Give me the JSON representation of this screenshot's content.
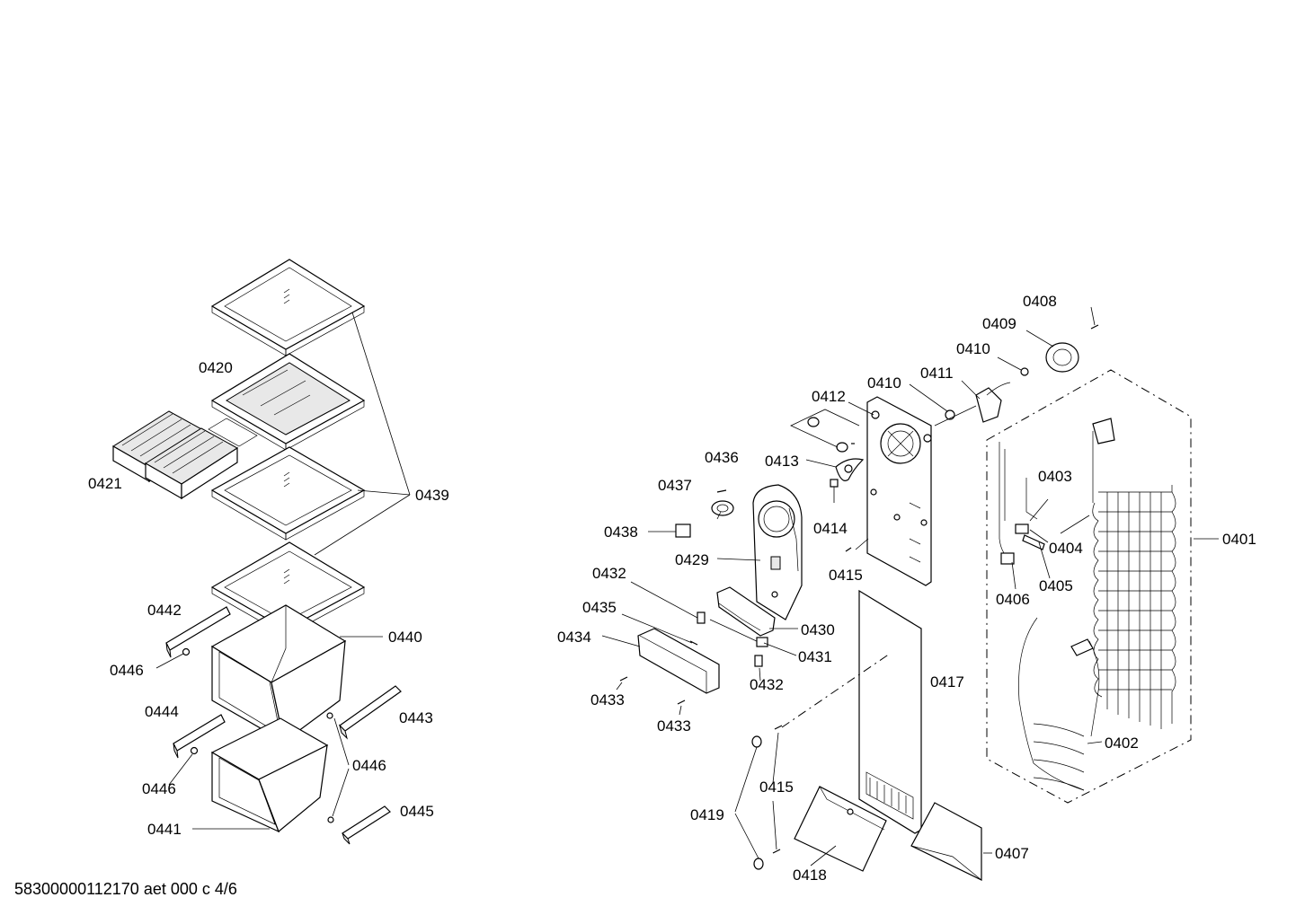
{
  "footer_code": "58300000112170 aet 000 c 4/6",
  "labels": {
    "l0420": "0420",
    "l0421": "0421",
    "l0439": "0439",
    "l0442": "0442",
    "l0440": "0440",
    "l0446a": "0446",
    "l0444": "0444",
    "l0443": "0443",
    "l0446b": "0446",
    "l0446c": "0446",
    "l0441": "0441",
    "l0445": "0445",
    "l0408": "0408",
    "l0409": "0409",
    "l0410a": "0410",
    "l0410b": "0410",
    "l0411": "0411",
    "l0412": "0412",
    "l0436": "0436",
    "l0413": "0413",
    "l0437": "0437",
    "l0414": "0414",
    "l0403": "0403",
    "l0438": "0438",
    "l0429": "0429",
    "l0415a": "0415",
    "l0404": "0404",
    "l0401": "0401",
    "l0432a": "0432",
    "l0405": "0405",
    "l0406": "0406",
    "l0435": "0435",
    "l0430": "0430",
    "l0434": "0434",
    "l0431": "0431",
    "l0432b": "0432",
    "l0417": "0417",
    "l0433a": "0433",
    "l0433b": "0433",
    "l0402": "0402",
    "l0415b": "0415",
    "l0419": "0419",
    "l0418": "0418",
    "l0407": "0407"
  }
}
